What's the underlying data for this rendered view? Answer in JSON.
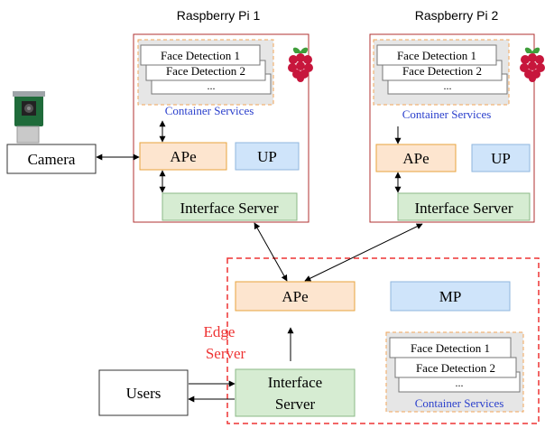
{
  "pi1": {
    "title": "Raspberry Pi 1",
    "services": [
      "Face Detection 1",
      "Face Detection 2",
      "..."
    ],
    "container_label": "Container Services",
    "ape": "APe",
    "up": "UP",
    "interface": "Interface Server"
  },
  "pi2": {
    "title": "Raspberry Pi 2",
    "services": [
      "Face Detection 1",
      "Face Detection 2",
      "..."
    ],
    "container_label": "Container Services",
    "ape": "APe",
    "up": "UP",
    "interface": "Interface Server"
  },
  "camera": {
    "label": "Camera"
  },
  "users": {
    "label": "Users"
  },
  "edge": {
    "label_line1": "Edge",
    "label_line2": "Server",
    "ape": "APe",
    "mp": "MP",
    "interface_line1": "Interface",
    "interface_line2": "Server",
    "services": [
      "Face Detection 1",
      "Face Detection 2",
      "..."
    ],
    "container_label": "Container Services"
  },
  "colors": {
    "pi_border": "#b03030",
    "edge_border": "#ee3333",
    "ape_fill": "#fde5cf",
    "ape_stroke": "#e8a33c",
    "up_fill": "#cfe4fa",
    "up_stroke": "#8fb6de",
    "interface_fill": "#d6ecd2",
    "interface_stroke": "#8bb886",
    "container_bg": "#e6e6e6",
    "container_dash": "#f2a65a",
    "container_text": "#2a3fcc",
    "edge_text": "#ee3333",
    "raspberry_red": "#c7163c",
    "raspberry_leaf": "#3f9d3a"
  }
}
